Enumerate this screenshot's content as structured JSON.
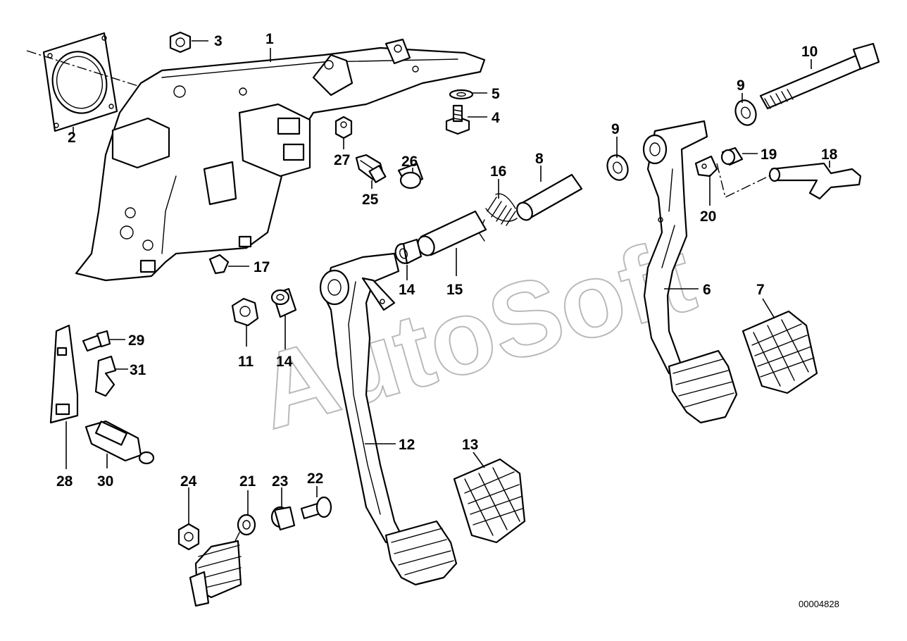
{
  "diagram": {
    "watermark": "AutoSoft",
    "document_number": "00004828",
    "callouts": [
      {
        "id": "c1",
        "label": "1"
      },
      {
        "id": "c2",
        "label": "2"
      },
      {
        "id": "c3",
        "label": "3"
      },
      {
        "id": "c4",
        "label": "4"
      },
      {
        "id": "c5",
        "label": "5"
      },
      {
        "id": "c6",
        "label": "6"
      },
      {
        "id": "c7",
        "label": "7"
      },
      {
        "id": "c8",
        "label": "8"
      },
      {
        "id": "c9a",
        "label": "9"
      },
      {
        "id": "c9b",
        "label": "9"
      },
      {
        "id": "c10",
        "label": "10"
      },
      {
        "id": "c11",
        "label": "11"
      },
      {
        "id": "c12",
        "label": "12"
      },
      {
        "id": "c13",
        "label": "13"
      },
      {
        "id": "c14a",
        "label": "14"
      },
      {
        "id": "c14b",
        "label": "14"
      },
      {
        "id": "c15",
        "label": "15"
      },
      {
        "id": "c16",
        "label": "16"
      },
      {
        "id": "c17",
        "label": "17"
      },
      {
        "id": "c18",
        "label": "18"
      },
      {
        "id": "c19",
        "label": "19"
      },
      {
        "id": "c20",
        "label": "20"
      },
      {
        "id": "c21",
        "label": "21"
      },
      {
        "id": "c22",
        "label": "22"
      },
      {
        "id": "c23",
        "label": "23"
      },
      {
        "id": "c24",
        "label": "24"
      },
      {
        "id": "c25",
        "label": "25"
      },
      {
        "id": "c26",
        "label": "26"
      },
      {
        "id": "c27",
        "label": "27"
      },
      {
        "id": "c28",
        "label": "28"
      },
      {
        "id": "c29",
        "label": "29"
      },
      {
        "id": "c30",
        "label": "30"
      },
      {
        "id": "c31",
        "label": "31"
      }
    ]
  }
}
